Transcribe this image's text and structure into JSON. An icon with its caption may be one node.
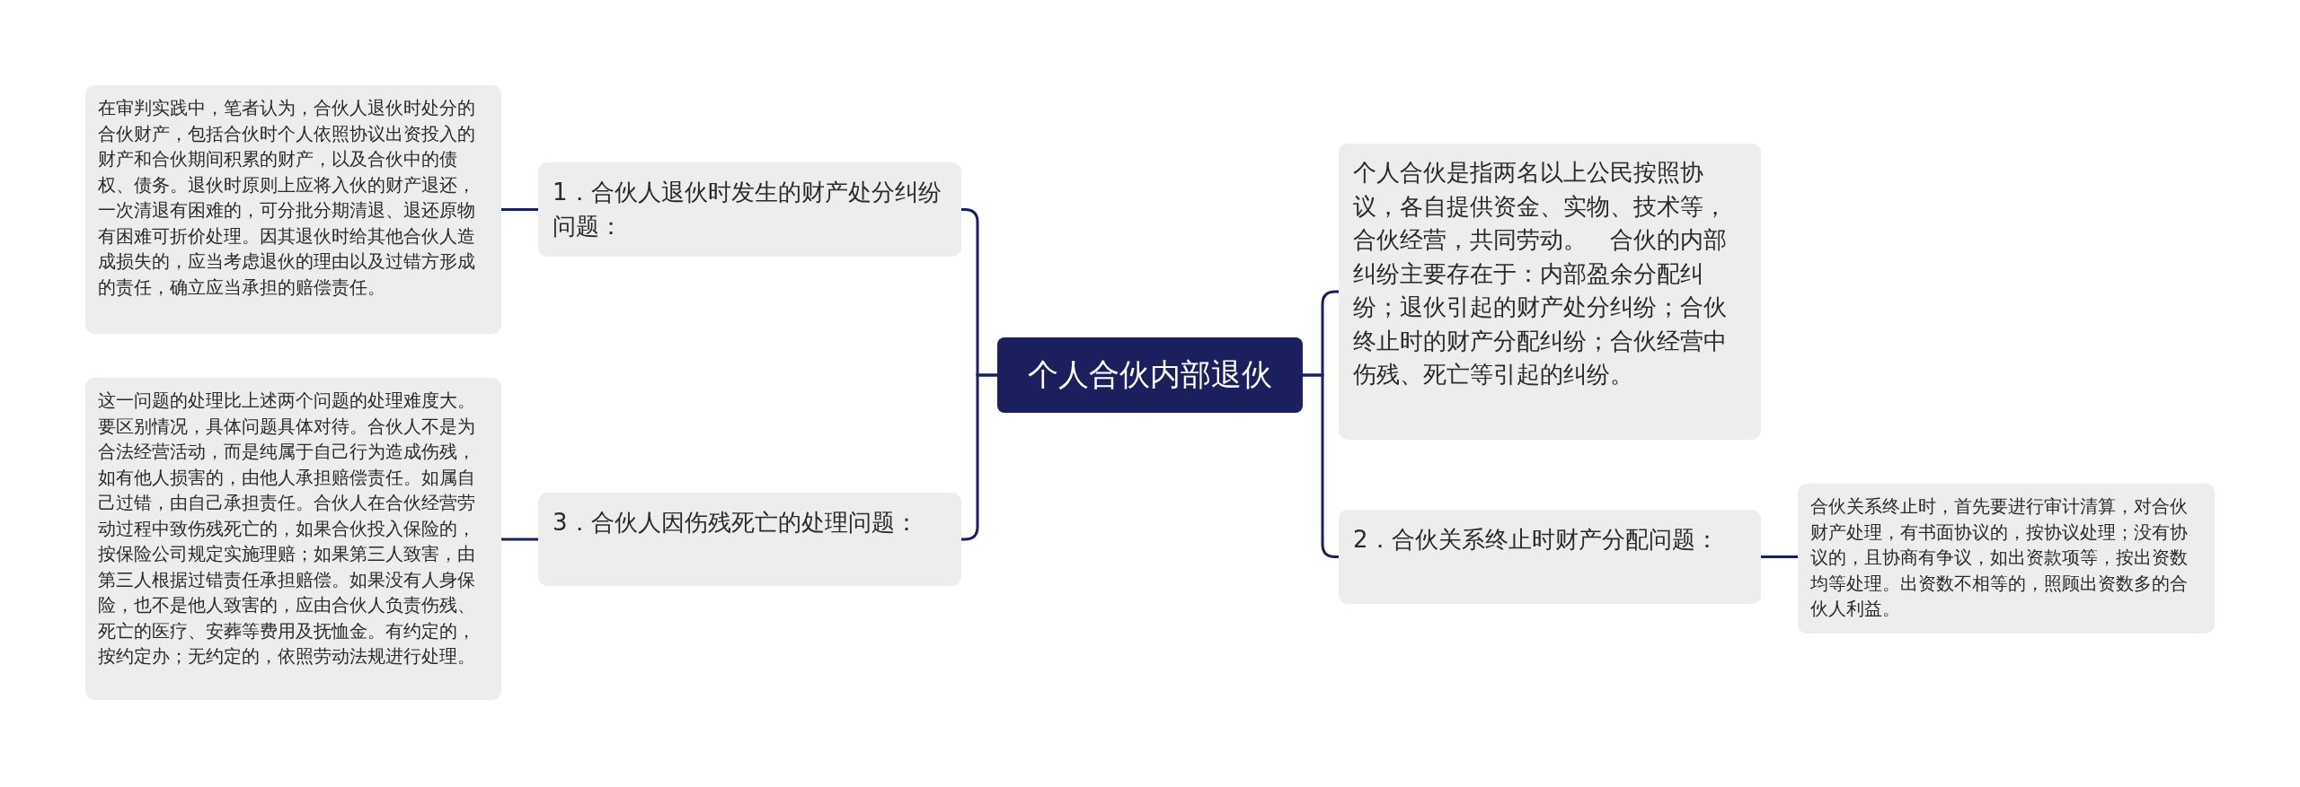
{
  "diagram": {
    "nodes": [
      {
        "text": [
          "个人合伙内部退伙"
        ]
      },
      {
        "text": [
          "1．合伙人退伙时发生的财产处分纠纷问题："
        ]
      },
      {
        "text": [
          "在审判实践中，笔者认为，合伙人退伙时处分的合伙财产，包括合伙时个人依照协议出资投入的财产和合伙期间积累的财产，以及合伙中的债权、债务。退伙时原则上应将入伙的财产退还，一次清退有困难的，可分批分期清退、退还原物有困难可折价处理。因其退伙时给其他合伙人造成损失的，应当考虑退伙的理由以及过错方形成的责任，确立应当承担的赔偿责任。"
        ]
      },
      {
        "text": [
          "3．合伙人因伤残死亡的处理问题："
        ]
      },
      {
        "text": [
          "这一问题的处理比上述两个问题的处理难度大。要区别情况，具体问题具体对待。合伙人不是为合法经营活动，而是纯属于自己行为造成伤残，如有他人损害的，由他人承担赔偿责任。如属自己过错，由自己承担责任。合伙人在合伙经营劳动过程中致伤残死亡的，如果合伙投入保险的，按保险公司规定实施理赔；如果第三人致害，由第三人根据过错责任承担赔偿。如果没有人身保险，也不是他人致害的，应由合伙人负责伤残、死亡的医疗、安葬等费用及抚恤金。有约定的，按约定办；无约定的，依照劳动法规进行处理。"
        ]
      },
      {
        "text": [
          "个人合伙是指两名以上公民按照协议，各自提供资金、实物、技术等，合伙经营，共同劳动。　合伙的内部纠纷主要存在于：内部盈余分配纠纷；退伙引起的财产处分纠纷；合伙终止时的财产分配纠纷；合伙经营中伤残、死亡等引起的纠纷。"
        ]
      },
      {
        "text": [
          "2．合伙关系终止时财产分配问题："
        ]
      },
      {
        "text": [
          "合伙关系终止时，首先要进行审计清算，对合伙财产处理，有书面协议的，按协议处理；没有协议的，且协商有争议，如出资款项等，按出资数均等处理。出资数不相等的，照顾出资数多的合伙人利益。"
        ]
      }
    ],
    "edges": [
      {
        "from": 0,
        "to": 1,
        "arrow": "none"
      },
      {
        "from": 0,
        "to": 3,
        "arrow": "none"
      },
      {
        "from": 0,
        "to": 5,
        "arrow": "none"
      },
      {
        "from": 0,
        "to": 6,
        "arrow": "none"
      },
      {
        "from": 1,
        "to": 2,
        "arrow": "none"
      },
      {
        "from": 3,
        "to": 4,
        "arrow": "none"
      },
      {
        "from": 6,
        "to": 7,
        "arrow": "none"
      }
    ]
  }
}
